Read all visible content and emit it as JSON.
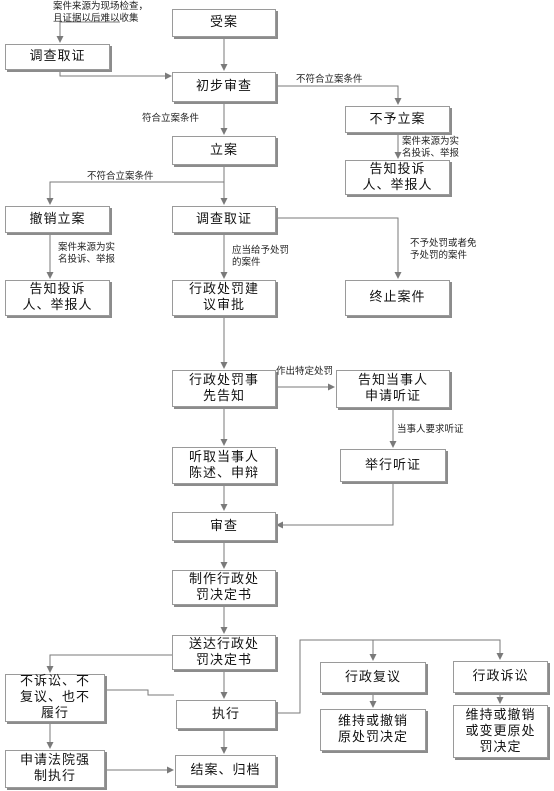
{
  "nodes": {
    "accept": "受案",
    "investigate_early": "调查取证",
    "preliminary_review": "初步审查",
    "not_filed": "不予立案",
    "notify_not_filed": "告知投诉\n人、举报人",
    "file_case": "立案",
    "revoke_filing": "撤销立案",
    "investigate": "调查取证",
    "notify_revoked": "告知投诉\n人、举报人",
    "penalty_suggestion": "行政处罚建\n议审批",
    "terminate": "终止案件",
    "prior_notice": "行政处罚事\n先告知",
    "notify_hearing_right": "告知当事人\n申请听证",
    "hear_statement": "听取当事人\n陈述、申辩",
    "hold_hearing": "举行听证",
    "review": "审查",
    "make_decision": "制作行政处\n罚决定书",
    "deliver_decision": "送达行政处\n罚决定书",
    "no_appeal": "不诉讼、不\n复议、也不\n履行",
    "admin_reconsideration": "行政复议",
    "admin_litigation": "行政诉讼",
    "execute": "执行",
    "maintain_reconsideration": "维持或撤销\n原处罚决定",
    "maintain_litigation": "维持或撤销\n或变更原处\n罚决定",
    "court_enforcement": "申请法院强\n制执行",
    "close_archive": "结案、归档"
  },
  "labels": {
    "onsite_source": "案件来源为现场检查，\n且证据以后难以收集",
    "not_meet_1": "不符合立案条件",
    "meet": "符合立案条件",
    "source_complaint_1": "案件来源为实\n名投诉、举报",
    "not_meet_2": "不符合立案条件",
    "source_complaint_2": "案件来源为实\n名投诉、举报",
    "should_penalize": "应当给予处罚\n的案件",
    "no_penalty": "不予处罚或者免\n予处罚的案件",
    "specific_penalty": "作出特定处罚",
    "party_requests_hearing": "当事人要求听证"
  }
}
